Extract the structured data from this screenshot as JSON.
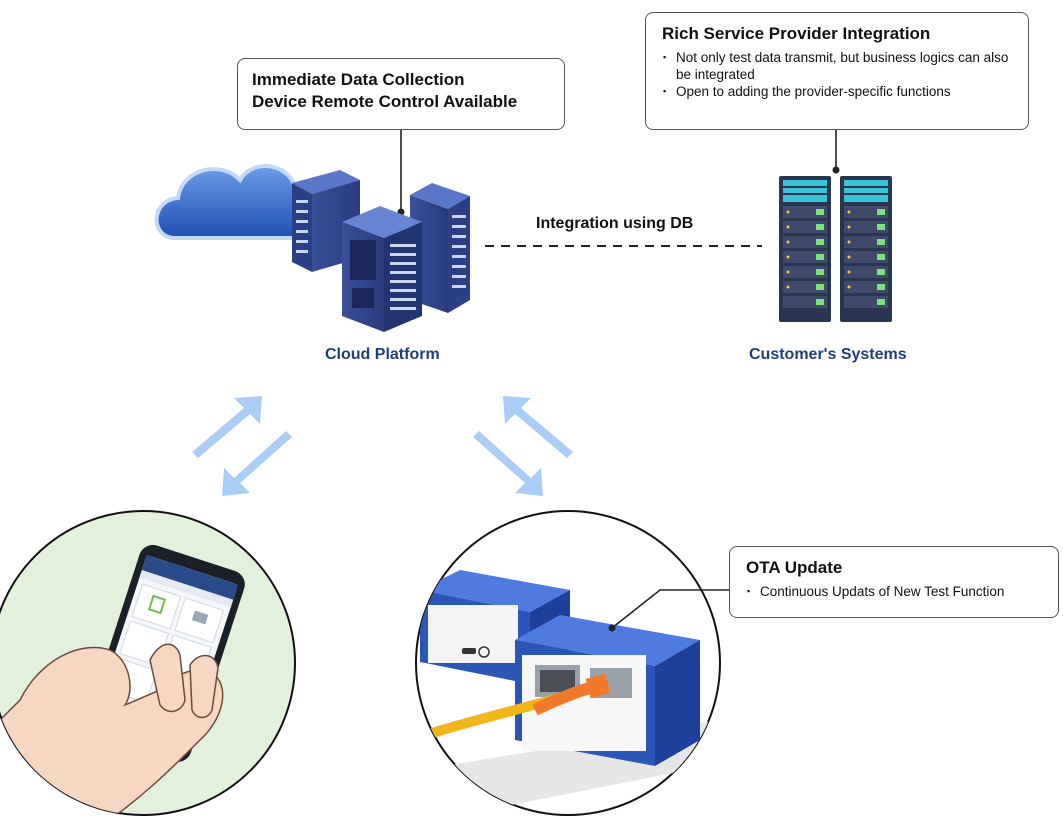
{
  "callouts": {
    "immediate": {
      "line1": "Immediate Data Collection",
      "line2": "Device Remote Control Available"
    },
    "rich": {
      "title": "Rich Service Provider Integration",
      "bullets": [
        "Not only test data transmit, but business logics can also be integrated",
        "Open to adding the provider-specific functions"
      ]
    },
    "ota": {
      "title": "OTA Update",
      "bullets": [
        "Continuous Updats of New Test Function"
      ]
    }
  },
  "link_label": "Integration using DB",
  "nodes": {
    "cloud": "Cloud Platform",
    "customer": "Customer's Systems"
  },
  "colors": {
    "label_blue": "#1f3f7a",
    "arrow_blue": "#a9cdf5",
    "circle_green": "#e3f0dc",
    "device_blue": "#2b56b8",
    "cable_orange": "#f07a2a",
    "cable_yellow": "#f2b51c",
    "server_navy": "#2a3550"
  }
}
